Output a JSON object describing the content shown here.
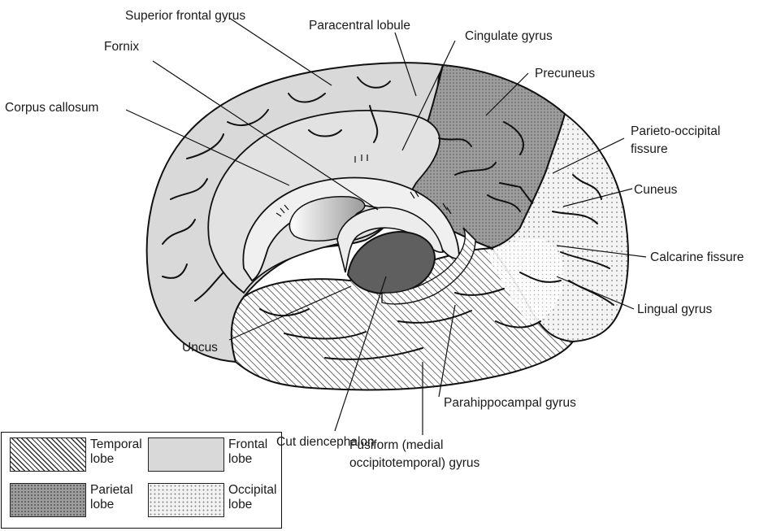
{
  "labels": {
    "superior_frontal_gyrus": "Superior frontal gyrus",
    "paracentral_lobule": "Paracentral lobule",
    "cingulate_gyrus": "Cingulate gyrus",
    "fornix": "Fornix",
    "precuneus": "Precuneus",
    "corpus_callosum": "Corpus callosum",
    "parieto_occipital_1": "Parieto-occipital",
    "parieto_occipital_2": "fissure",
    "cuneus": "Cuneus",
    "calcarine_fissure": "Calcarine fissure",
    "lingual_gyrus": "Lingual gyrus",
    "uncus": "Uncus",
    "parahippocampal_gyrus": "Parahippocampal gyrus",
    "cut_diencephalon": "Cut diencephalon",
    "fusiform_1": "Fusiform (medial",
    "fusiform_2": "occipitotemporal) gyrus"
  },
  "legend": [
    {
      "key": "temporal",
      "line1": "Temporal",
      "line2": "lobe"
    },
    {
      "key": "frontal",
      "line1": "Frontal",
      "line2": "lobe"
    },
    {
      "key": "parietal",
      "line1": "Parietal",
      "line2": "lobe"
    },
    {
      "key": "occipital",
      "line1": "Occipital",
      "line2": "lobe"
    }
  ],
  "colors": {
    "frontal": "#d9d9d9",
    "parietal": "#9d9d9d",
    "occipital": "#f2f2f2",
    "temporal_hatch": "#333333",
    "outline": "#111111",
    "diencephalon": "#5f5f5f"
  }
}
